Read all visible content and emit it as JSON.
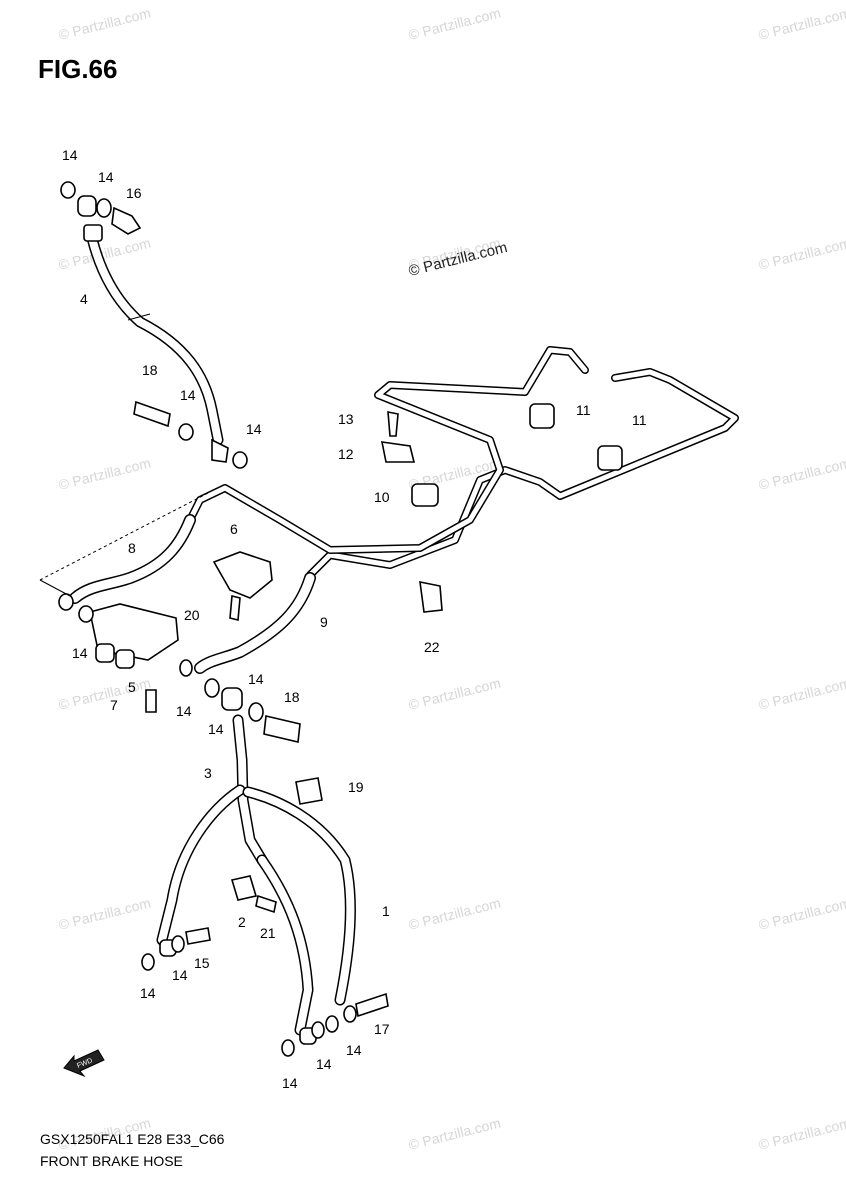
{
  "figure_title": "FIG.66",
  "model_code": "GSX1250FAL1 E28 E33_C66",
  "section_title": "FRONT BRAKE HOSE",
  "fwd_icon": "fwd-arrow-icon",
  "main_watermark": "© Partzilla.com",
  "watermark": "© Partzilla.com",
  "watermark_color": "#d6d6d6",
  "callouts": [
    {
      "id": "c14a",
      "label": "14"
    },
    {
      "id": "c14b",
      "label": "14"
    },
    {
      "id": "c16",
      "label": "16"
    },
    {
      "id": "c4",
      "label": "4"
    },
    {
      "id": "c18a",
      "label": "18"
    },
    {
      "id": "c14c",
      "label": "14"
    },
    {
      "id": "c14d",
      "label": "14"
    },
    {
      "id": "c13",
      "label": "13"
    },
    {
      "id": "c12",
      "label": "12"
    },
    {
      "id": "c11a",
      "label": "11"
    },
    {
      "id": "c11b",
      "label": "11"
    },
    {
      "id": "c10",
      "label": "10"
    },
    {
      "id": "c6",
      "label": "6"
    },
    {
      "id": "c8",
      "label": "8"
    },
    {
      "id": "c20",
      "label": "20"
    },
    {
      "id": "c9",
      "label": "9"
    },
    {
      "id": "c22",
      "label": "22"
    },
    {
      "id": "c14e",
      "label": "14"
    },
    {
      "id": "c5",
      "label": "5"
    },
    {
      "id": "c7",
      "label": "7"
    },
    {
      "id": "c14f",
      "label": "14"
    },
    {
      "id": "c14g",
      "label": "14"
    },
    {
      "id": "c14h",
      "label": "14"
    },
    {
      "id": "c18b",
      "label": "18"
    },
    {
      "id": "c3",
      "label": "3"
    },
    {
      "id": "c19",
      "label": "19"
    },
    {
      "id": "c1",
      "label": "1"
    },
    {
      "id": "c2",
      "label": "2"
    },
    {
      "id": "c21",
      "label": "21"
    },
    {
      "id": "c15",
      "label": "15"
    },
    {
      "id": "c14i",
      "label": "14"
    },
    {
      "id": "c14j",
      "label": "14"
    },
    {
      "id": "c14k",
      "label": "14"
    },
    {
      "id": "c14l",
      "label": "14"
    },
    {
      "id": "c14m",
      "label": "14"
    },
    {
      "id": "c17",
      "label": "17"
    }
  ]
}
